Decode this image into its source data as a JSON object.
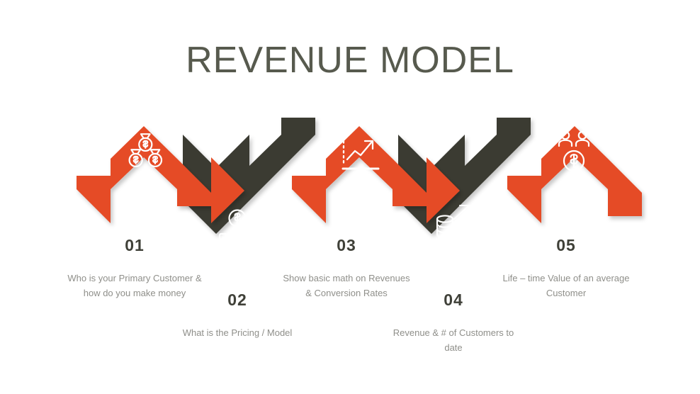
{
  "slide": {
    "title": "REVENUE MODEL",
    "background_color": "#ffffff"
  },
  "colors": {
    "accent_orange": "#e54b26",
    "accent_dark": "#3a3a33",
    "title_text": "#575a4e",
    "number_text": "#3f4038",
    "description_text": "#8f8f8a"
  },
  "steps": [
    {
      "number": "01",
      "description": "Who is your Primary Customer & how do you make money",
      "icon": "money-bags-icon",
      "color": "#e54b26",
      "direction": "peak"
    },
    {
      "number": "02",
      "description": "What is the Pricing / Model",
      "icon": "hand-holding-coin-icon",
      "color": "#3a3a33",
      "direction": "valley"
    },
    {
      "number": "03",
      "description": "Show basic math on Revenues & Conversion Rates",
      "icon": "growth-chart-icon",
      "color": "#e54b26",
      "direction": "peak"
    },
    {
      "number": "04",
      "description": "Revenue & # of Customers to date",
      "icon": "coin-stacks-arrow-icon",
      "color": "#3a3a33",
      "direction": "valley"
    },
    {
      "number": "05",
      "description": "Life – time Value of an average Customer",
      "icon": "customers-coin-icon",
      "color": "#e54b26",
      "direction": "peak"
    }
  ]
}
